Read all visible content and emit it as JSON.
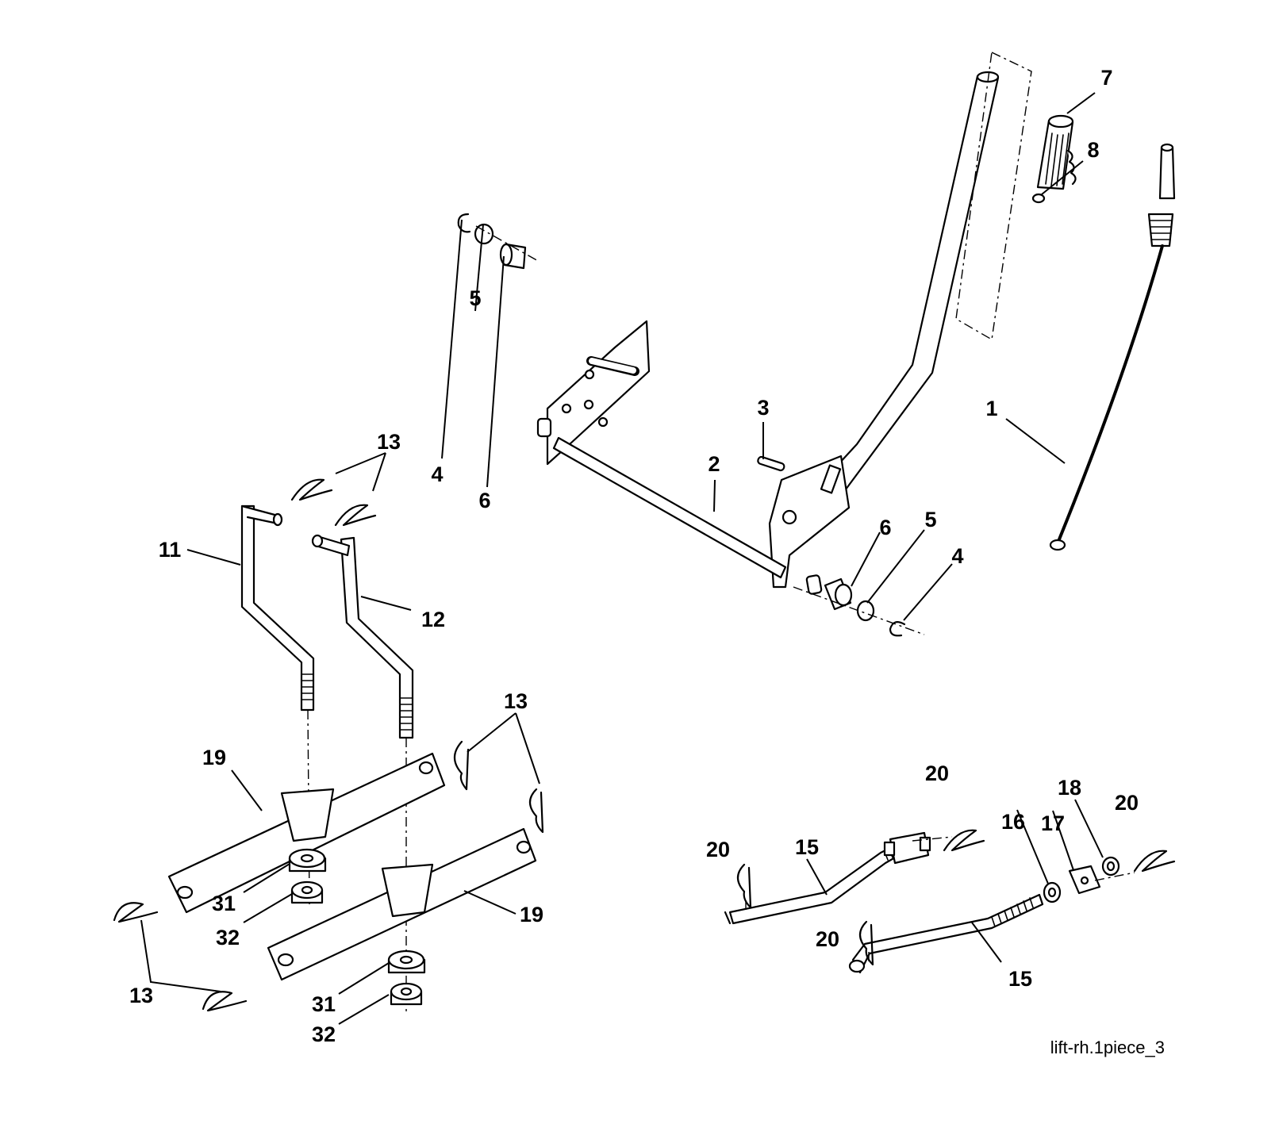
{
  "diagram": {
    "reference": "lift-rh.1piece_3",
    "callouts": {
      "c1": "1",
      "c2": "2",
      "c3": "3",
      "c4a": "4",
      "c4b": "4",
      "c5a": "5",
      "c5b": "5",
      "c6a": "6",
      "c6b": "6",
      "c7": "7",
      "c8": "8",
      "c11": "11",
      "c12": "12",
      "c13a": "13",
      "c13b": "13",
      "c13c": "13",
      "c15a": "15",
      "c15b": "15",
      "c16": "16",
      "c17": "17",
      "c18": "18",
      "c19a": "19",
      "c19b": "19",
      "c20a": "20",
      "c20b": "20",
      "c20c": "20",
      "c20d": "20",
      "c31a": "31",
      "c31b": "31",
      "c32a": "32",
      "c32b": "32"
    }
  }
}
